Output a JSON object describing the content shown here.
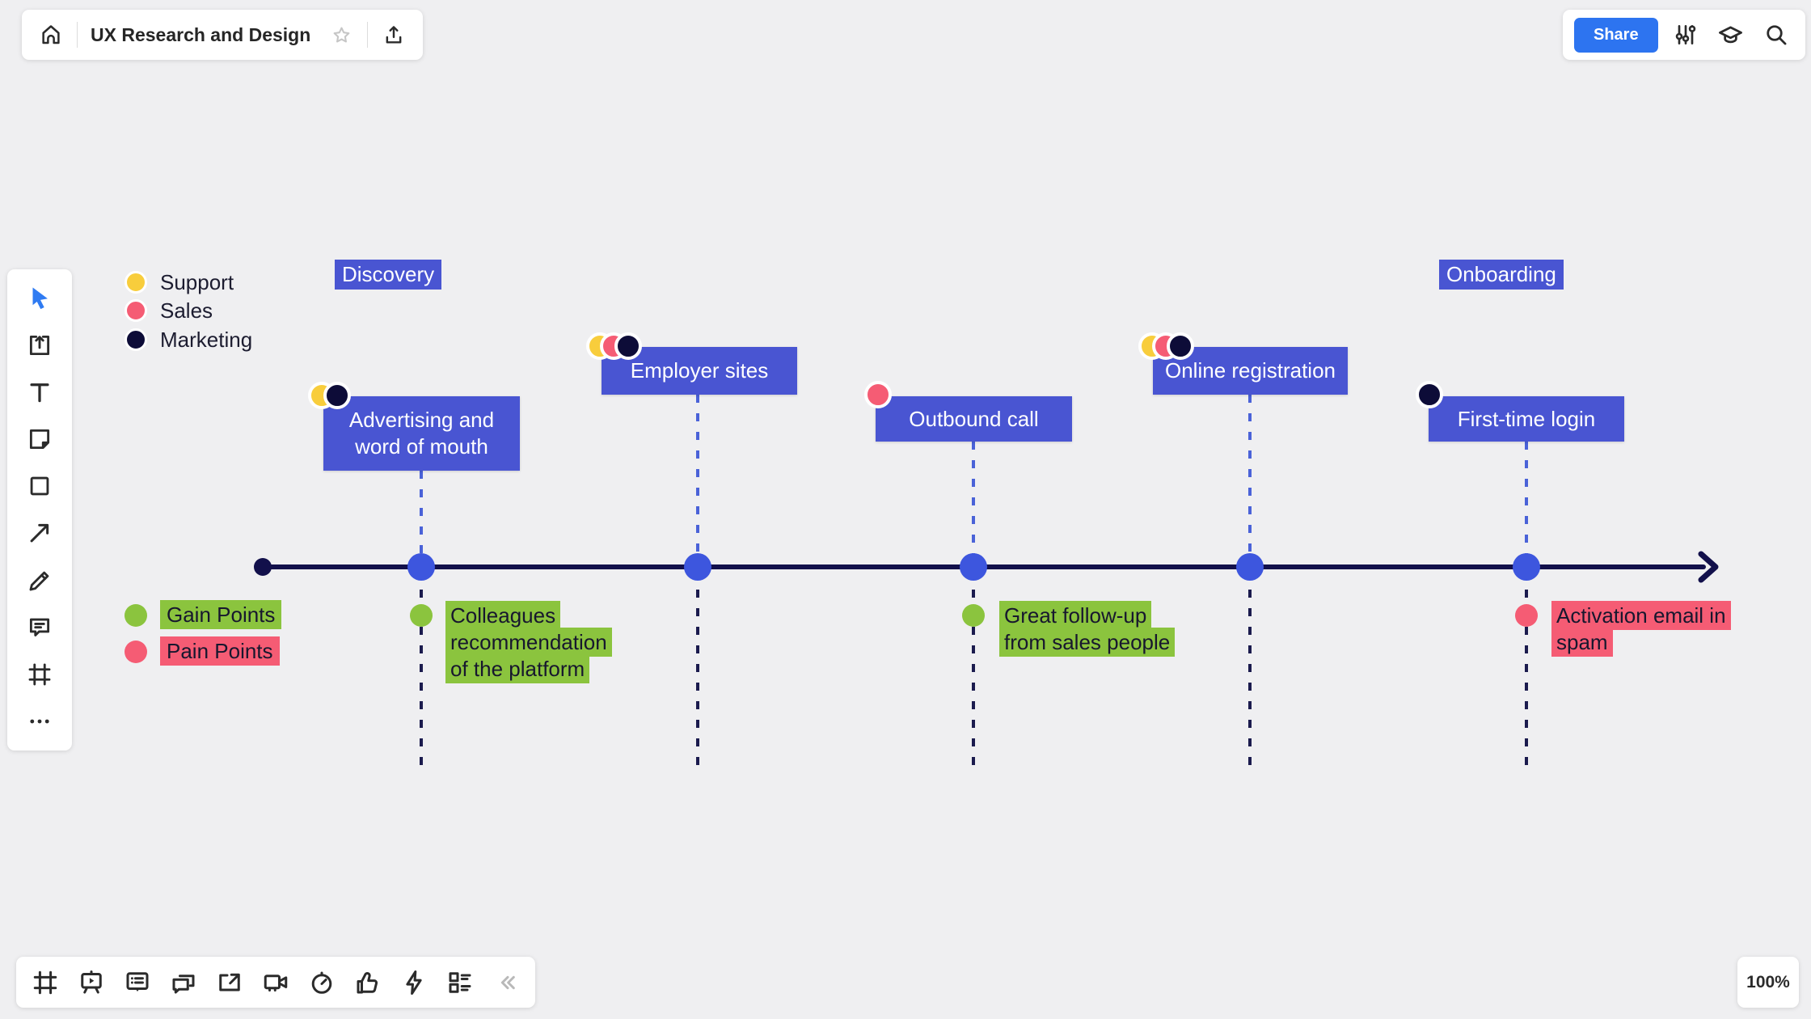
{
  "header": {
    "title": "UX Research and Design",
    "share_label": "Share",
    "left_icons": [
      "home-icon",
      "star-icon",
      "export-icon"
    ],
    "right_icons": [
      "settings-sliders-icon",
      "learning-icon",
      "search-icon"
    ]
  },
  "zoom_indicator": {
    "level": "100%"
  },
  "toolbar_left": {
    "items": [
      {
        "name": "select-tool",
        "active": true
      },
      {
        "name": "templates-tool",
        "active": false
      },
      {
        "name": "text-tool",
        "active": false
      },
      {
        "name": "sticky-note-tool",
        "active": false
      },
      {
        "name": "shape-tool",
        "active": false
      },
      {
        "name": "arrow-tool",
        "active": false
      },
      {
        "name": "pen-tool",
        "active": false
      },
      {
        "name": "comment-tool",
        "active": false
      },
      {
        "name": "frame-tool",
        "active": false
      },
      {
        "name": "more-tools",
        "active": false
      }
    ]
  },
  "toolbar_bottom": {
    "items": [
      "frame-icon",
      "presentation-icon",
      "notes-icon",
      "chat-icon",
      "share-screen-icon",
      "video-camera-icon",
      "timer-icon",
      "reactions-icon",
      "quick-actions-icon",
      "cards-icon",
      "collapse-icon"
    ]
  },
  "legend": {
    "items": [
      {
        "label": "Support",
        "color": "#f8cd3c"
      },
      {
        "label": "Sales",
        "color": "#f55c74"
      },
      {
        "label": "Marketing",
        "color": "#0d0c38"
      }
    ]
  },
  "phases": [
    {
      "label": "Discovery"
    },
    {
      "label": "Onboarding"
    }
  ],
  "timeline": {
    "milestones": [
      {
        "label": "Advertising and\nword of mouth",
        "tags": [
          "support",
          "marketing"
        ]
      },
      {
        "label": "Employer sites",
        "tags": [
          "support",
          "sales",
          "marketing"
        ]
      },
      {
        "label": "Outbound call",
        "tags": [
          "sales"
        ]
      },
      {
        "label": "Online registration",
        "tags": [
          "support",
          "sales",
          "marketing"
        ]
      },
      {
        "label": "First-time login",
        "tags": [
          "marketing"
        ]
      }
    ]
  },
  "notes": {
    "gain_label": "Gain Points",
    "pain_label": "Pain Points",
    "items": [
      {
        "type": "gain",
        "text": "Colleagues\nrecommendation\nof the platform"
      },
      {
        "type": "gain",
        "text": "Great follow-up\nfrom sales people"
      },
      {
        "type": "pain",
        "text": "Activation email in\nspam"
      }
    ]
  },
  "colors": {
    "background": "#efeff1",
    "accent_blue": "#2d74f0",
    "item_blue": "#4955d2",
    "milestone_blue": "#3d56de",
    "connector_blue": "#4a62d8",
    "timeline_navy": "#12104b",
    "support_yellow": "#f8cd3c",
    "sales_pink": "#f55c74",
    "marketing_navy": "#0d0c38",
    "gain_green": "#8bc43e",
    "pain_pink": "#f55c74",
    "text_dark": "#1c1c30"
  }
}
